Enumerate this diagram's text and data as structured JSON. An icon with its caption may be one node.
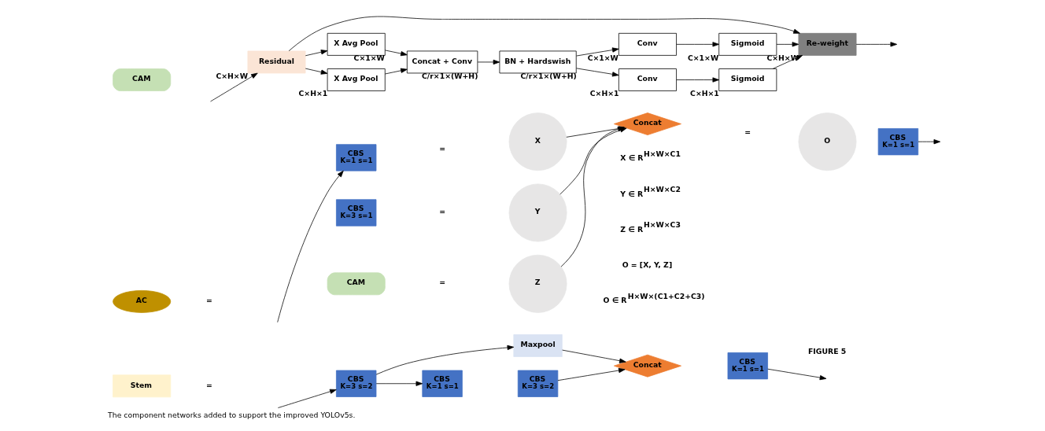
{
  "diagram": {
    "caption": "The component networks added to support the improved YOLOv5s.",
    "nodes": [
      {
        "text": [
          "Stem"
        ]
      },
      {
        "text": [
          "CBS",
          "K=3 s=2"
        ]
      },
      {
        "text": [
          "CBS",
          "K=1 s=1"
        ]
      },
      {
        "text": [
          "CBS",
          "K=3 s=2"
        ]
      },
      {
        "text": [
          "Maxpool"
        ]
      },
      {
        "text": [
          "Concat"
        ]
      },
      {
        "text": [
          "CBS",
          "K=1 s=1"
        ]
      },
      {
        "text": [
          "AC"
        ]
      },
      {
        "text": [
          "CBS",
          "K=1 s=1"
        ]
      },
      {
        "text": [
          "X"
        ]
      },
      {
        "text": [
          "CBS",
          "K=3 s=1"
        ]
      },
      {
        "text": [
          "Y"
        ]
      },
      {
        "text": [
          "CAM"
        ]
      },
      {
        "text": [
          "Z"
        ]
      },
      {
        "text": [
          "Concat"
        ]
      },
      {
        "text": [
          "O"
        ]
      },
      {
        "text": [
          "CBS",
          "K=1 s=1"
        ]
      },
      {
        "text": [
          "CAM"
        ]
      },
      {
        "text": [
          "Residual"
        ],
        "beside": [
          "C×H×W"
        ]
      },
      {
        "text": [
          "X Avg Pool"
        ],
        "beside": [
          "C×H×1"
        ]
      },
      {
        "text": [
          "X Avg Pool"
        ],
        "beside": [
          "C×1×W"
        ]
      },
      {
        "text": [
          "Concat + Conv"
        ],
        "beside": [
          "C/r×1×(W+H)"
        ]
      },
      {
        "text": [
          "BN + Hardswish"
        ],
        "beside": [
          "C/r×1×(W+H)"
        ]
      },
      {
        "text": [
          "Conv"
        ],
        "beside": [
          "C×H×1"
        ]
      },
      {
        "text": [
          "Conv"
        ],
        "beside": [
          "C×1×W"
        ]
      },
      {
        "text": [
          "Sigmoid"
        ],
        "beside": [
          "C×H×1"
        ]
      },
      {
        "text": [
          "Sigmoid"
        ],
        "beside": [
          "C×1×W"
        ]
      },
      {
        "text": [
          "Re-weight"
        ],
        "beside": [
          "C×H×W"
        ]
      }
    ],
    "edges": [
      {
        "from": null,
        "to": 1,
        "arrow": "to"
      },
      {
        "from": 1,
        "to": 2,
        "arrow": "to"
      },
      {
        "from": 1,
        "to": 4,
        "arrow": "to"
      },
      {
        "from": 3,
        "to": 5,
        "arrow": "to"
      },
      {
        "from": 4,
        "to": 5,
        "arrow": "to"
      },
      {
        "from": 6,
        "to": null,
        "arrow": "to"
      },
      {
        "from": null,
        "to": 8,
        "arrow": "to"
      },
      {
        "from": 9,
        "to": 14,
        "arrow": "to"
      },
      {
        "from": 11,
        "to": 14,
        "arrow": "to"
      },
      {
        "from": 13,
        "to": 14,
        "arrow": "to"
      },
      {
        "from": 16,
        "to": null,
        "arrow": "to"
      },
      {
        "from": null,
        "to": 18,
        "arrow": "to"
      },
      {
        "from": 18,
        "to": 19,
        "arrow": "to"
      },
      {
        "from": 18,
        "to": 20,
        "arrow": "to"
      },
      {
        "from": 18,
        "to": 27,
        "arrow": "to"
      },
      {
        "from": 19,
        "to": 21,
        "arrow": "to"
      },
      {
        "from": 20,
        "to": 21,
        "arrow": "to"
      },
      {
        "from": 21,
        "to": 22,
        "arrow": "to"
      },
      {
        "from": 22,
        "to": 23,
        "arrow": "to"
      },
      {
        "from": 22,
        "to": 24,
        "arrow": "to"
      },
      {
        "from": 23,
        "to": 25,
        "arrow": "to"
      },
      {
        "from": 24,
        "to": 26,
        "arrow": "to"
      },
      {
        "from": 25,
        "to": 27,
        "arrow": "to"
      },
      {
        "from": 26,
        "to": 27,
        "arrow": "to"
      },
      {
        "from": 27,
        "to": null,
        "arrow": "to"
      }
    ],
    "labels": [
      "=",
      "=",
      "=",
      "=",
      "=",
      "=",
      "X ∈ R$^{H×W×C1}$",
      "Y ∈ R$^{H×W×C2}$",
      "Z ∈ R$^{H×W×C3}$",
      "O = [X, Y, Z]",
      "O ∈ R$^{H×W×(C1+C2+C3)}$",
      "FIGURE 5"
    ]
  }
}
